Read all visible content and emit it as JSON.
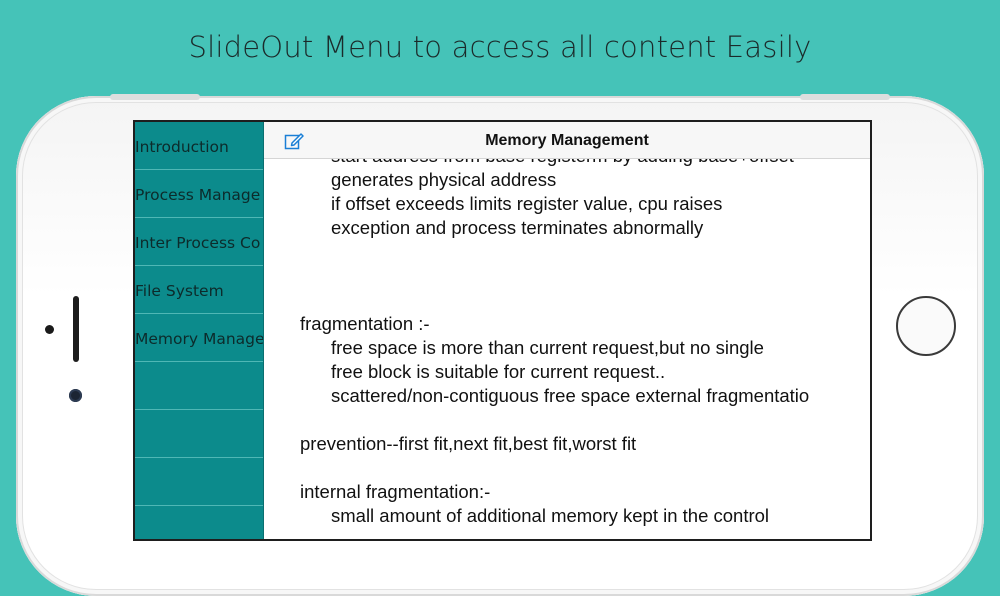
{
  "headline": "SlideOut Menu to access all content Easily",
  "sidebar": {
    "items": [
      {
        "label": "Introduction"
      },
      {
        "label": "Process Manage"
      },
      {
        "label": "Inter Process Co"
      },
      {
        "label": "File System"
      },
      {
        "label": "Memory Manage"
      },
      {
        "label": ""
      },
      {
        "label": ""
      },
      {
        "label": ""
      },
      {
        "label": ""
      }
    ]
  },
  "navbar": {
    "title": "Memory Management",
    "edit_icon": "compose-icon"
  },
  "content": {
    "lines": [
      {
        "text": "start address from base registerm by adding base+offset",
        "indent": 2
      },
      {
        "text": "generates physical address",
        "indent": 2
      },
      {
        "text": "if offset exceeds limits register value, cpu raises",
        "indent": 2
      },
      {
        "text": "exception and process terminates abnormally",
        "indent": 2
      },
      {
        "text": "",
        "indent": 0
      },
      {
        "text": "",
        "indent": 0
      },
      {
        "text": "",
        "indent": 0
      },
      {
        "text": "fragmentation :-",
        "indent": 1
      },
      {
        "text": "free space is more than current request,but no single",
        "indent": 2
      },
      {
        "text": "free block is suitable for current request..",
        "indent": 2
      },
      {
        "text": "scattered/non-contiguous free space external fragmentatio",
        "indent": 2
      },
      {
        "text": "",
        "indent": 0
      },
      {
        "text": "prevention--first fit,next fit,best fit,worst fit",
        "indent": 1
      },
      {
        "text": "",
        "indent": 0
      },
      {
        "text": "internal fragmentation:-",
        "indent": 1
      },
      {
        "text": "small amount of additional memory kept in the control",
        "indent": 2
      }
    ]
  },
  "colors": {
    "background": "#45c3b8",
    "sidebar": "#0c8b8c",
    "accent": "#1a7fd6"
  }
}
